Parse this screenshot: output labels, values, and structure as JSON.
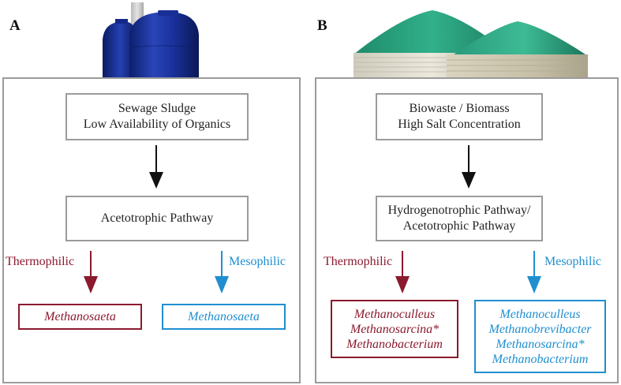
{
  "colors": {
    "thermophilic": "#8b1a2e",
    "mesophilic": "#1f8fd0",
    "frame": "#9b9b9b",
    "arrow_black": "#111111"
  },
  "panels": {
    "a": {
      "letter": "A",
      "image": "blue-digester-tanks-image",
      "substrate_line1": "Sewage Sludge",
      "substrate_line2": "Low Availability of Organics",
      "pathway_line1": "Acetotrophic Pathway",
      "thermophilic_label": "Thermophilic",
      "mesophilic_label": "Mesophilic",
      "thermophilic_organisms": [
        "Methanosaeta"
      ],
      "mesophilic_organisms": [
        "Methanosaeta"
      ]
    },
    "b": {
      "letter": "B",
      "image": "green-dome-biogas-tanks-image",
      "substrate_line1": "Biowaste / Biomass",
      "substrate_line2": "High Salt Concentration",
      "pathway_line1": "Hydrogenotrophic Pathway/",
      "pathway_line2": "Acetotrophic Pathway",
      "thermophilic_label": "Thermophilic",
      "mesophilic_label": "Mesophilic",
      "thermophilic_organisms": [
        "Methanoculleus",
        "Methanosarcina*",
        "Methanobacterium"
      ],
      "mesophilic_organisms": [
        "Methanoculleus",
        "Methanobrevibacter",
        "Methanosarcina*",
        "Methanobacterium"
      ]
    }
  }
}
